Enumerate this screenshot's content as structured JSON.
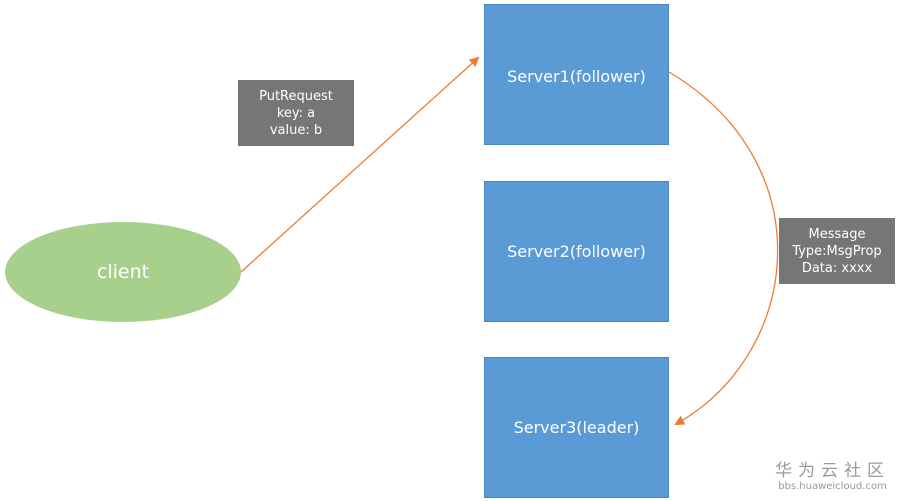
{
  "client": {
    "label": "client"
  },
  "servers": [
    {
      "label": "Server1(follower)"
    },
    {
      "label": "Server2(follower)"
    },
    {
      "label": "Server3(leader)"
    }
  ],
  "notes": {
    "put_request": {
      "line1": "PutRequest",
      "line2": "key: a",
      "line3": "value: b"
    },
    "message": {
      "line1": "Message",
      "line2": "Type:MsgProp",
      "line3": "Data: xxxx"
    }
  },
  "watermark": {
    "title": "华为云社区",
    "url": "bbs.huaweicloud.com"
  },
  "colors": {
    "client_fill": "#a8d08d",
    "server_fill": "#5b9bd5",
    "note_fill": "#767676",
    "connector": "#ed7d31"
  }
}
